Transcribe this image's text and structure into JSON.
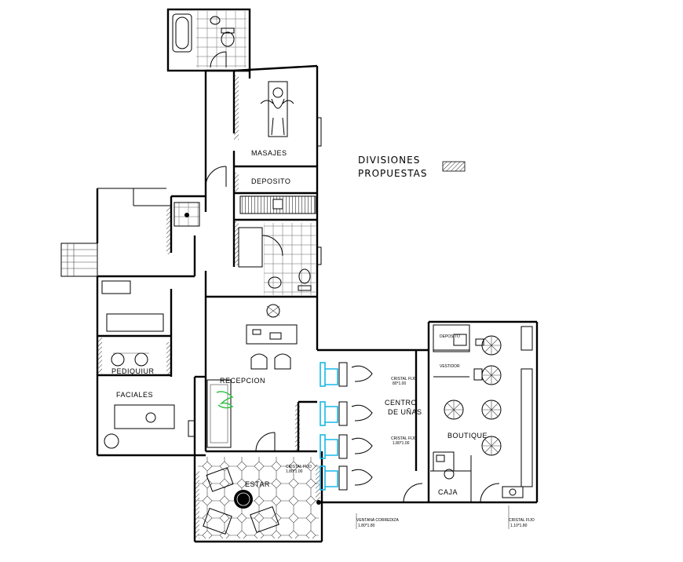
{
  "legend": {
    "line1": "DIVISIONES",
    "line2": "PROPUESTAS"
  },
  "rooms": {
    "masajes": "MASAJES",
    "deposito": "DEPOSITO",
    "recepcion": "RECEPCION",
    "pediquiur": "PEDIQUIUR",
    "faciales": "FACIALES",
    "estar": "ESTAR",
    "centro_line1": "CENTRO",
    "centro_line2": "DE UÑAS",
    "boutique": "BOUTIQUE",
    "caja": "CAJA",
    "deposito_small": "DEPOSITO",
    "vestidor": "VESTIDOR"
  },
  "notes": {
    "cristal_1": "CRISTAL FIJO",
    "cristal_1_dim": "1.80*1.00",
    "cristal_2": "CRISTAL FIJO",
    "cristal_2_dim": "80*1.00",
    "cristal_3": "CRISTAL FIJO",
    "cristal_3_dim": "1.80*1.00",
    "ventana": "VENTANA CORREDIZA",
    "ventana_dim": "1.80*1.80",
    "cristal_4": "CRISTAL FIJO",
    "cristal_4_dim": "1.10*1.80"
  }
}
